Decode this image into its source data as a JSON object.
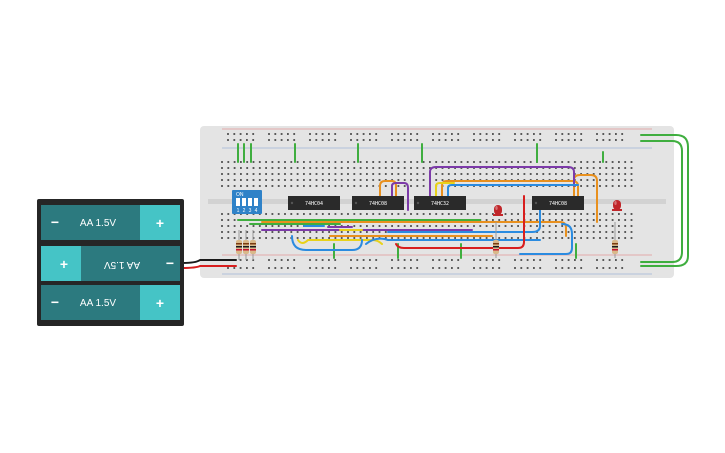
{
  "colors": {
    "breadboard": "#e4e4e4",
    "breadboard_groove": "#d2d2d2",
    "hole": "#4a4a4a",
    "rail_red": "#e07070",
    "rail_blue": "#7a9ad0",
    "chip": "#2a2a2a",
    "battery_holder": "#262626",
    "battery_cell": "#2c7a7f",
    "battery_cap": "#45c4c6",
    "dip_switch": "#2f82c8",
    "led": "#c0262a",
    "wire_green": "#3fae3f",
    "wire_orange": "#e8901e",
    "wire_blue": "#2a8be0",
    "wire_purple": "#7c3aa8",
    "wire_yellow": "#e8d21a",
    "wire_red": "#d81e1e",
    "wire_black": "#1a1a1a"
  },
  "chips": [
    {
      "id": "chip-1",
      "label": "74HC04"
    },
    {
      "id": "chip-2",
      "label": "74HC08"
    },
    {
      "id": "chip-3",
      "label": "74HC32"
    },
    {
      "id": "chip-4",
      "label": "74HC08"
    }
  ],
  "dip_switch": {
    "on_label": "ON",
    "numbers": [
      "1",
      "2",
      "3",
      "4"
    ]
  },
  "batteries": [
    {
      "label": "AA 1.5V",
      "minus": "−",
      "plus": "+",
      "flipped": false
    },
    {
      "label": "AA 1.5V",
      "minus": "−",
      "plus": "+",
      "flipped": true
    },
    {
      "label": "AA 1.5V",
      "minus": "−",
      "plus": "+",
      "flipped": false
    }
  ],
  "leds": [
    {
      "id": "led-1",
      "color_name": "red"
    },
    {
      "id": "led-2",
      "color_name": "red"
    }
  ]
}
